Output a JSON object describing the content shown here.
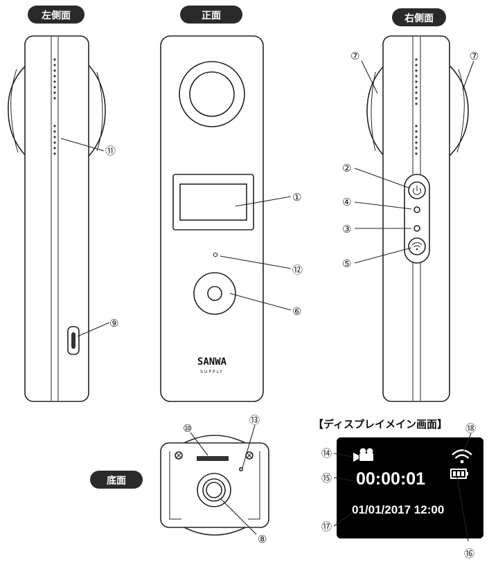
{
  "views": {
    "left": "左側面",
    "front": "正面",
    "right": "右側面",
    "bottom": "底面"
  },
  "brand": {
    "line1": "SANWA",
    "line2": "SUPPLY"
  },
  "display": {
    "heading": "【ディスプレイメイン画面】",
    "time": "00:00:01",
    "datetime": "01/01/2017 12:00"
  },
  "callouts": {
    "n1": "①",
    "n2": "②",
    "n3": "③",
    "n4": "④",
    "n5": "⑤",
    "n6": "⑥",
    "n7a": "⑦",
    "n7b": "⑦",
    "n8": "⑧",
    "n9": "⑨",
    "n10": "⑩",
    "n11": "⑪",
    "n12": "⑫",
    "n13": "⑬",
    "n14": "⑭",
    "n15": "⑮",
    "n16": "⑯",
    "n17": "⑰",
    "n18": "⑱"
  },
  "icons": {
    "power": "power-icon",
    "wifi_button": "wifi-icon",
    "video_mode": "video-camera-icon",
    "wifi_status": "wifi-signal-icon",
    "battery": "battery-icon"
  }
}
